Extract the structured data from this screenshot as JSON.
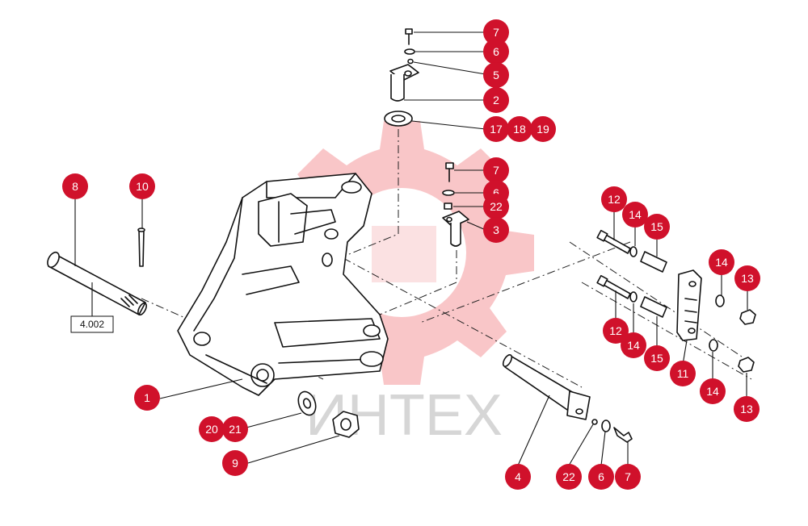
{
  "watermark": {
    "text": "ИНТЕХ",
    "color": "#f2a0a0"
  },
  "reference_box": {
    "text": "4.002"
  },
  "callout_color": "#d0112b",
  "callouts": [
    {
      "id": "c7a",
      "label": "7"
    },
    {
      "id": "c6a",
      "label": "6"
    },
    {
      "id": "c5",
      "label": "5"
    },
    {
      "id": "c2",
      "label": "2"
    },
    {
      "id": "c17",
      "label": "17"
    },
    {
      "id": "c18",
      "label": "18"
    },
    {
      "id": "c19",
      "label": "19"
    },
    {
      "id": "c7b",
      "label": "7"
    },
    {
      "id": "c6b",
      "label": "6"
    },
    {
      "id": "c22a",
      "label": "22"
    },
    {
      "id": "c3",
      "label": "3"
    },
    {
      "id": "c8",
      "label": "8"
    },
    {
      "id": "c10",
      "label": "10"
    },
    {
      "id": "c12a",
      "label": "12"
    },
    {
      "id": "c14a",
      "label": "14"
    },
    {
      "id": "c15a",
      "label": "15"
    },
    {
      "id": "c14b",
      "label": "14"
    },
    {
      "id": "c13a",
      "label": "13"
    },
    {
      "id": "c12b",
      "label": "12"
    },
    {
      "id": "c14c",
      "label": "14"
    },
    {
      "id": "c15b",
      "label": "15"
    },
    {
      "id": "c11",
      "label": "11"
    },
    {
      "id": "c14d",
      "label": "14"
    },
    {
      "id": "c13b",
      "label": "13"
    },
    {
      "id": "c1",
      "label": "1"
    },
    {
      "id": "c20",
      "label": "20"
    },
    {
      "id": "c21",
      "label": "21"
    },
    {
      "id": "c9",
      "label": "9"
    },
    {
      "id": "c4",
      "label": "4"
    },
    {
      "id": "c22b",
      "label": "22"
    },
    {
      "id": "c6c",
      "label": "6"
    },
    {
      "id": "c7c",
      "label": "7"
    }
  ]
}
